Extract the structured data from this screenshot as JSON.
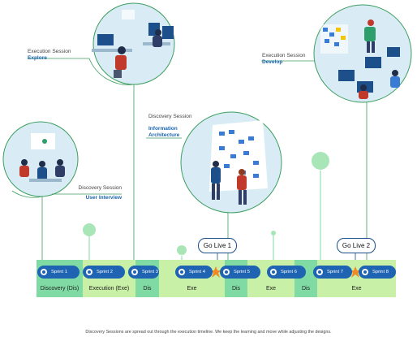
{
  "sessions": [
    {
      "type": "Execution Session",
      "name": "Explore"
    },
    {
      "type": "Execution Session",
      "name": "Develop"
    },
    {
      "type": "Discovery Session",
      "name": "Information Architecture"
    },
    {
      "type": "Discovery Session",
      "name": "User Interview"
    }
  ],
  "sprints": [
    "Sprint 1",
    "Sprint 2",
    "Sprint 3",
    "Sprint 4",
    "Sprint 5",
    "Sprint 6",
    "Sprint 7",
    "Sprint 8"
  ],
  "phases": [
    "Discovery (Dis)",
    "Execution (Exe)",
    "Dis",
    "Exe",
    "Dis",
    "Exe",
    "Dis",
    "Exe"
  ],
  "milestones": [
    "Go Live 1",
    "Go Live 2"
  ],
  "caption": "Discovery Sessions are spread out through the execution timeline. We keep the learning and move while adjusting the designs.",
  "colors": {
    "discovery": "#7fdba3",
    "execution": "#c8f0a6",
    "sprint": "#1f63b3",
    "connector": "#3d9e5f",
    "star": "#f08a24",
    "scene_bg": "#cfe6f2"
  }
}
